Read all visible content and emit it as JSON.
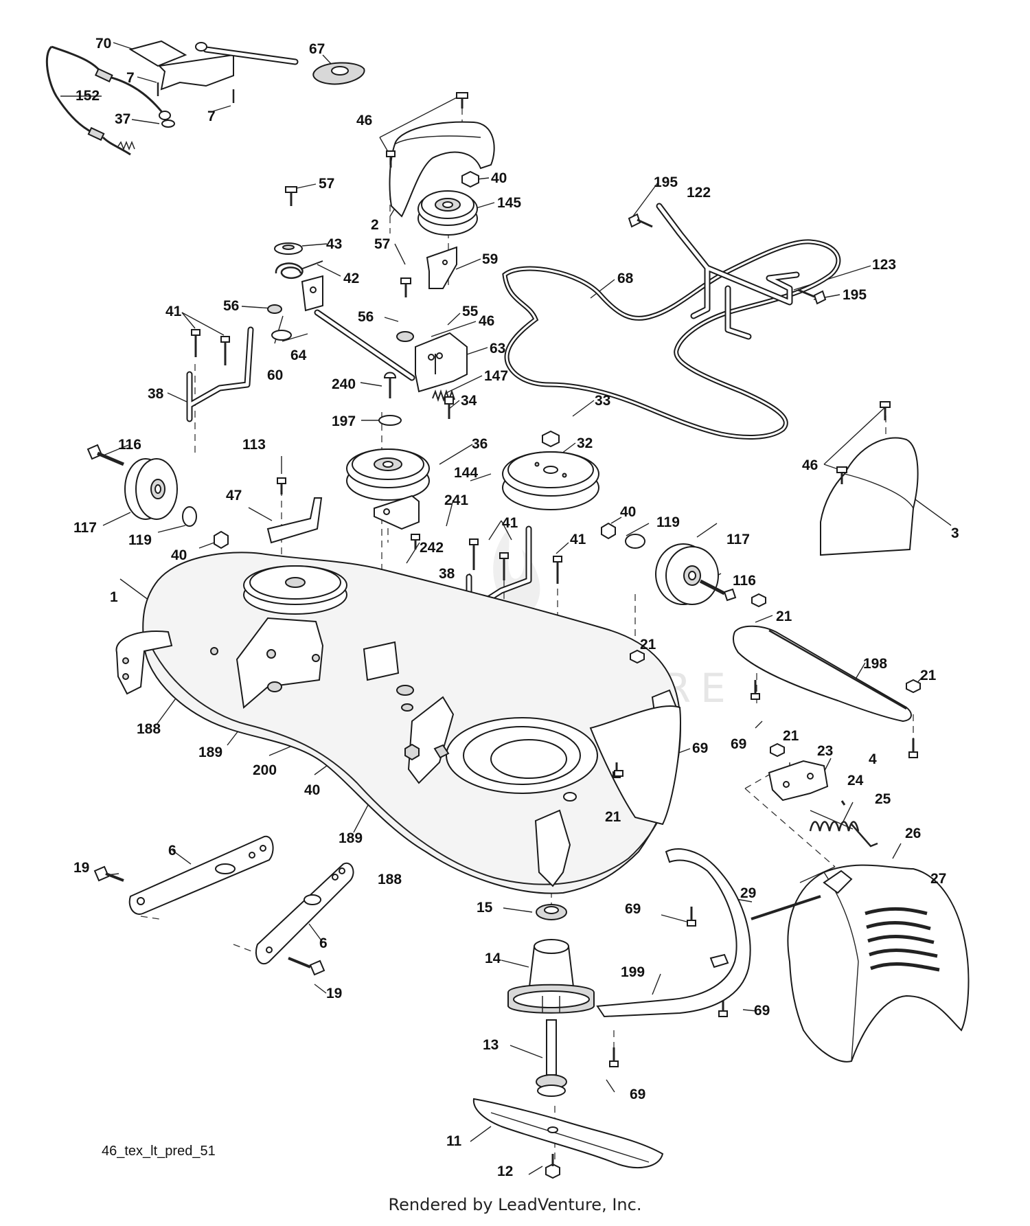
{
  "diagram": {
    "drawing_code": "46_tex_lt_pred_51",
    "rendered_by": "Rendered by LeadVenture, Inc.",
    "watermark": "LEADVENTURE",
    "callouts": [
      {
        "num": "70"
      },
      {
        "num": "67"
      },
      {
        "num": "7"
      },
      {
        "num": "152"
      },
      {
        "num": "37"
      },
      {
        "num": "7"
      },
      {
        "num": "46"
      },
      {
        "num": "40"
      },
      {
        "num": "145"
      },
      {
        "num": "2"
      },
      {
        "num": "57"
      },
      {
        "num": "43"
      },
      {
        "num": "42"
      },
      {
        "num": "57"
      },
      {
        "num": "59"
      },
      {
        "num": "195"
      },
      {
        "num": "122"
      },
      {
        "num": "68"
      },
      {
        "num": "123"
      },
      {
        "num": "195"
      },
      {
        "num": "41"
      },
      {
        "num": "56"
      },
      {
        "num": "56"
      },
      {
        "num": "55"
      },
      {
        "num": "46"
      },
      {
        "num": "64"
      },
      {
        "num": "60"
      },
      {
        "num": "63"
      },
      {
        "num": "38"
      },
      {
        "num": "240"
      },
      {
        "num": "147"
      },
      {
        "num": "34"
      },
      {
        "num": "197"
      },
      {
        "num": "33"
      },
      {
        "num": "36"
      },
      {
        "num": "32"
      },
      {
        "num": "46"
      },
      {
        "num": "3"
      },
      {
        "num": "116"
      },
      {
        "num": "113"
      },
      {
        "num": "144"
      },
      {
        "num": "47"
      },
      {
        "num": "241"
      },
      {
        "num": "117"
      },
      {
        "num": "119"
      },
      {
        "num": "40"
      },
      {
        "num": "40"
      },
      {
        "num": "119"
      },
      {
        "num": "41"
      },
      {
        "num": "41"
      },
      {
        "num": "117"
      },
      {
        "num": "242"
      },
      {
        "num": "38"
      },
      {
        "num": "116"
      },
      {
        "num": "1"
      },
      {
        "num": "21"
      },
      {
        "num": "21"
      },
      {
        "num": "198"
      },
      {
        "num": "21"
      },
      {
        "num": "188"
      },
      {
        "num": "189"
      },
      {
        "num": "200"
      },
      {
        "num": "40"
      },
      {
        "num": "69"
      },
      {
        "num": "69"
      },
      {
        "num": "21"
      },
      {
        "num": "23"
      },
      {
        "num": "4"
      },
      {
        "num": "24"
      },
      {
        "num": "25"
      },
      {
        "num": "21"
      },
      {
        "num": "189"
      },
      {
        "num": "26"
      },
      {
        "num": "27"
      },
      {
        "num": "19"
      },
      {
        "num": "6"
      },
      {
        "num": "188"
      },
      {
        "num": "15"
      },
      {
        "num": "69"
      },
      {
        "num": "29"
      },
      {
        "num": "6"
      },
      {
        "num": "14"
      },
      {
        "num": "199"
      },
      {
        "num": "19"
      },
      {
        "num": "69"
      },
      {
        "num": "13"
      },
      {
        "num": "69"
      },
      {
        "num": "11"
      },
      {
        "num": "12"
      }
    ]
  }
}
